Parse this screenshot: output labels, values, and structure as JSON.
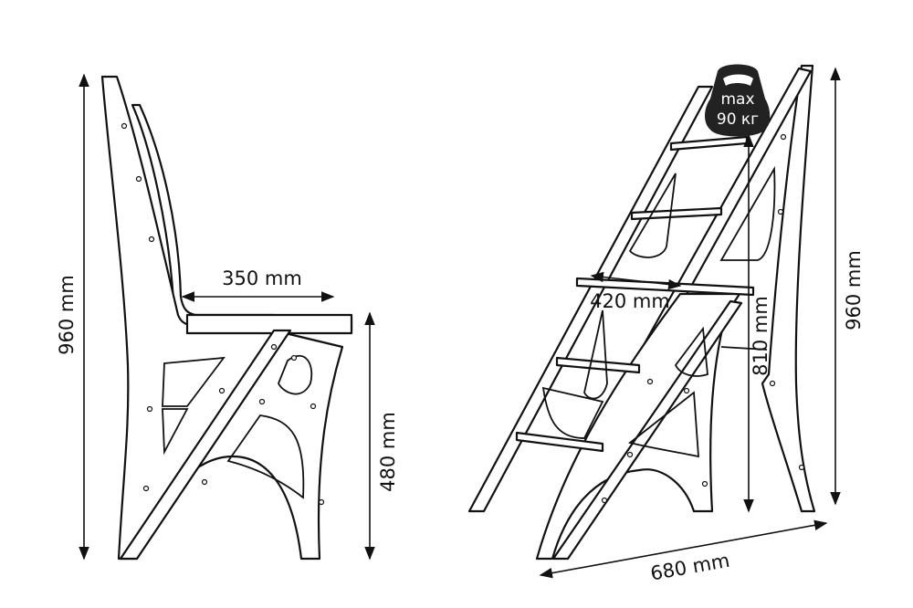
{
  "chair": {
    "height_label": "960 mm",
    "seat_depth_label": "350 mm",
    "seat_height_label": "480 mm"
  },
  "ladder": {
    "height_label": "960 mm",
    "step_height_label": "810 mm",
    "step_width_label": "420 mm",
    "depth_label": "680 mm",
    "max_load": {
      "line1": "max",
      "line2": "90 кг"
    }
  }
}
